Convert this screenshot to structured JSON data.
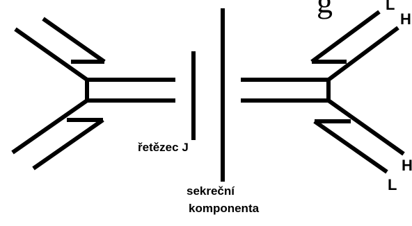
{
  "figure": {
    "top_fragment": "g",
    "chain_j_label": "řetězec J",
    "secretory_component_label": [
      "sekreční",
      "komponenta"
    ],
    "heavy_chain_letter": "H",
    "light_chain_letter": "L"
  }
}
